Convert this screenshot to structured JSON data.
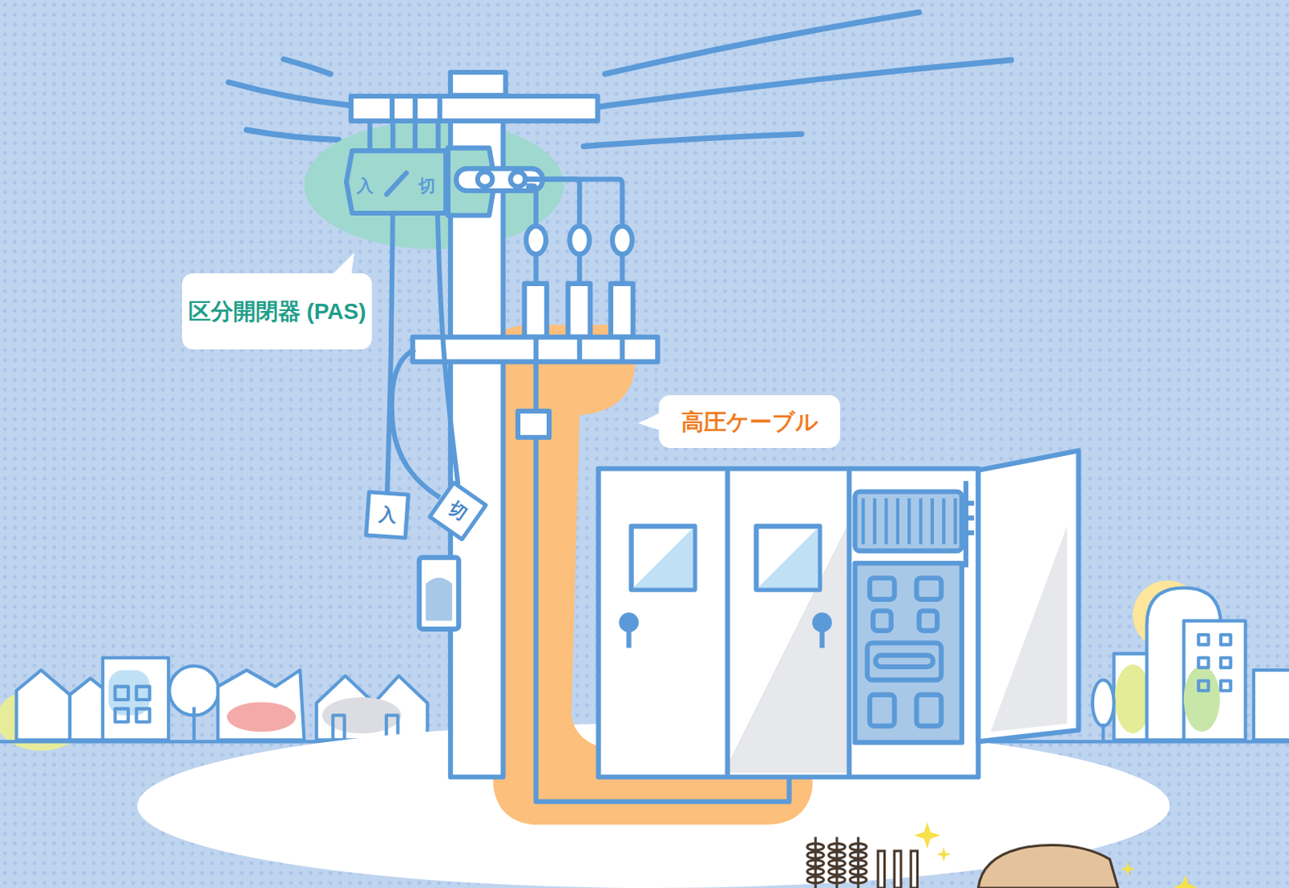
{
  "diagram": {
    "nodes": [
      {
        "text": [
          "入",
          "切"
        ]
      },
      {
        "text": [
          "区分開閉器 (PAS)"
        ]
      },
      {
        "text": [
          "入"
        ]
      },
      {
        "text": [
          "切"
        ]
      },
      {
        "text": [
          "高圧ケーブル"
        ]
      }
    ],
    "edges": [
      {
        "from": 0,
        "to": 2,
        "arrow": "none"
      },
      {
        "from": 0,
        "to": 3,
        "arrow": "none"
      }
    ]
  }
}
